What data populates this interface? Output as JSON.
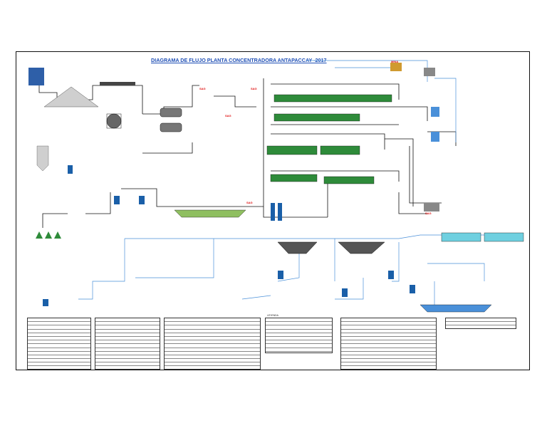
{
  "title": "DIAGRAMA DE FLUJO PLANTA CONCENTRADORA ANTAPACCAY -2017",
  "colors": {
    "line": "#111111",
    "water_line": "#4a90d9",
    "equipment": "#2e8b3a",
    "accent_red": "#e01010",
    "title_blue": "#1f4fb5",
    "tank": "#1a5fa8"
  },
  "red_labels": [
    "SAG",
    "SAG",
    "SAG",
    "SAG",
    "SAG"
  ],
  "stamp_label": "MINA",
  "tables_header": "LEYENDA"
}
